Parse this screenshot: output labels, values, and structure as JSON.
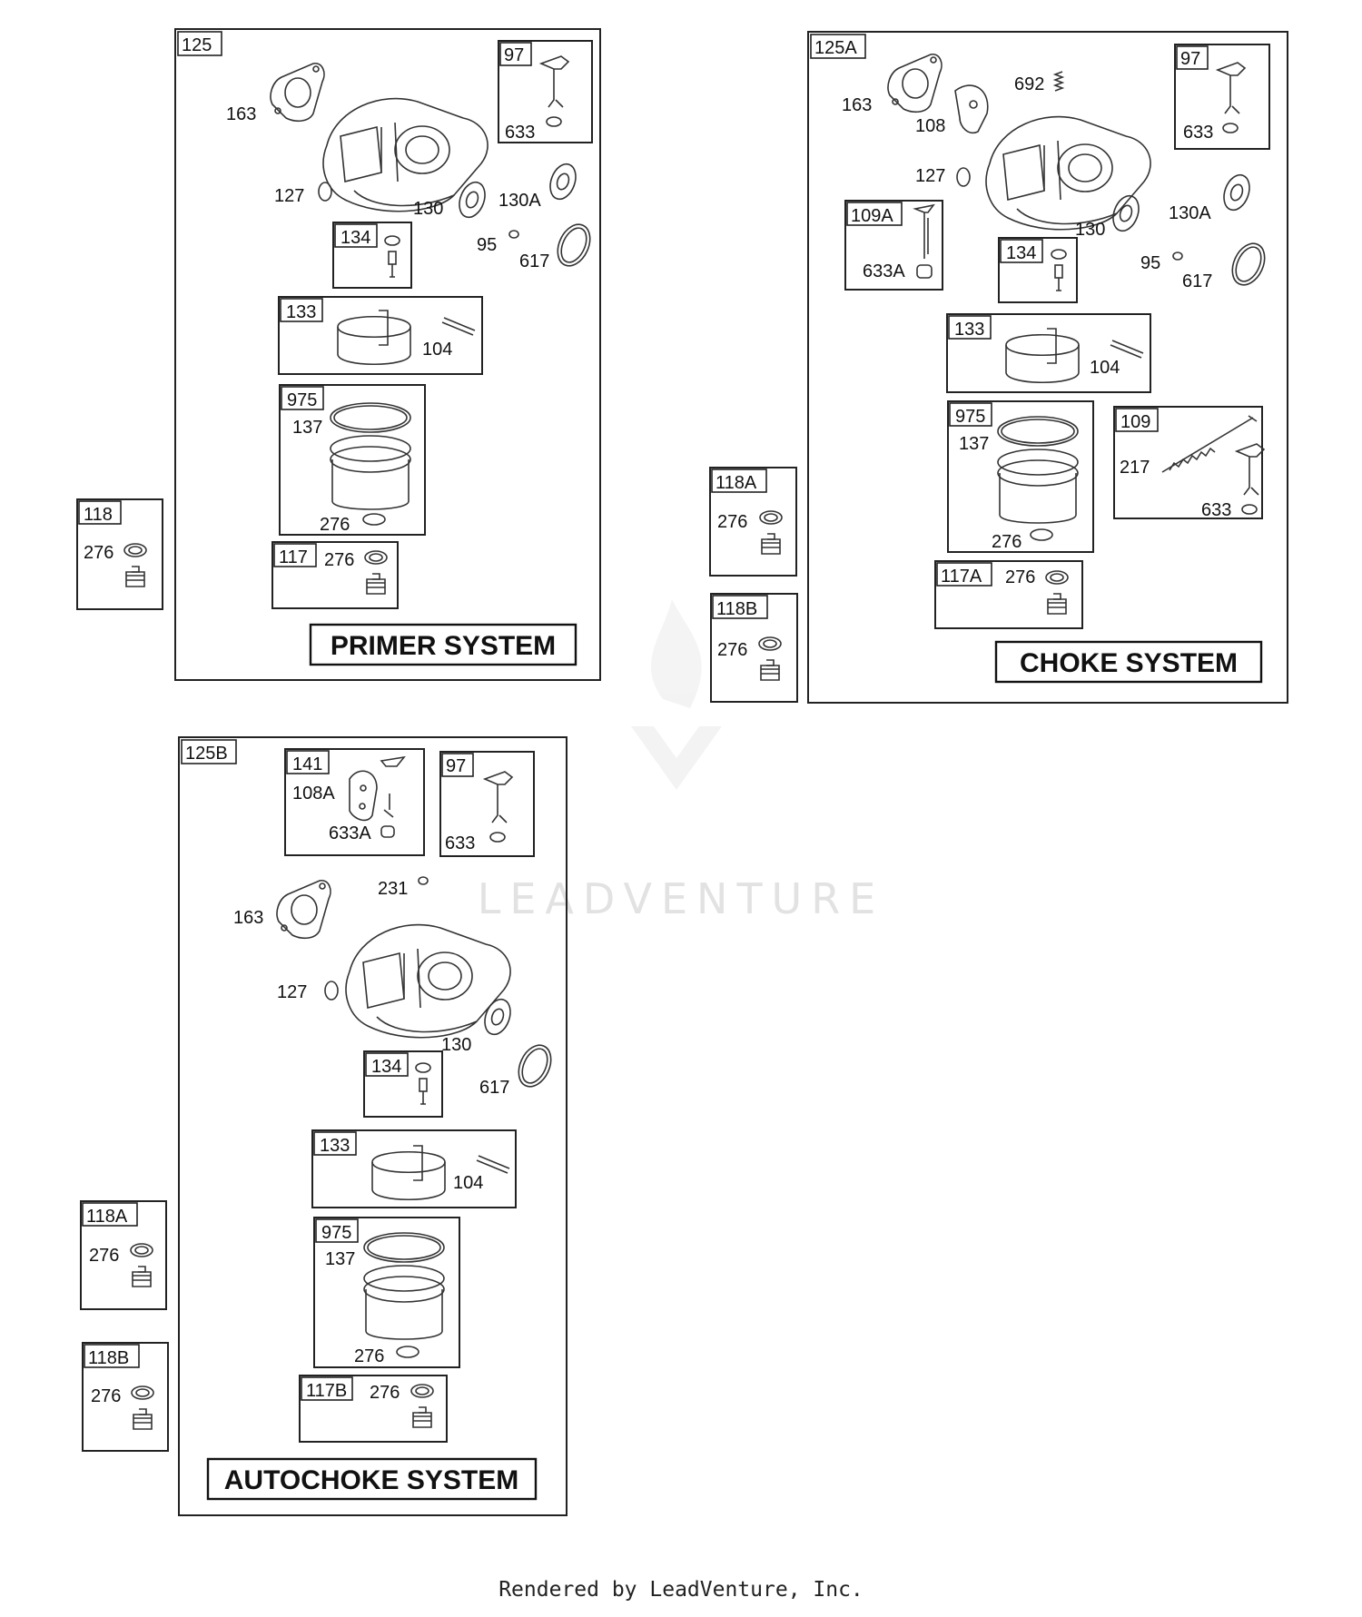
{
  "watermark": "LEADVENTURE",
  "footer": "Rendered by LeadVenture, Inc.",
  "primer": {
    "tag": "125",
    "title": "PRIMER SYSTEM",
    "l163": "163",
    "l127": "127",
    "l130": "130",
    "l130A": "130A",
    "l95": "95",
    "l617": "617",
    "k97": {
      "tag": "97",
      "l633": "633"
    },
    "k134": {
      "tag": "134"
    },
    "k133": {
      "tag": "133",
      "l104": "104"
    },
    "k975": {
      "tag": "975",
      "l137": "137",
      "l276": "276"
    },
    "k117": {
      "tag": "117",
      "l276": "276"
    },
    "k118": {
      "tag": "118",
      "l276": "276"
    }
  },
  "choke": {
    "tag": "125A",
    "title": "CHOKE SYSTEM",
    "l163": "163",
    "l108": "108",
    "l692": "692",
    "l127": "127",
    "l130": "130",
    "l130A": "130A",
    "l95": "95",
    "l617": "617",
    "k97": {
      "tag": "97",
      "l633": "633"
    },
    "k109A": {
      "tag": "109A",
      "l633A": "633A"
    },
    "k134": {
      "tag": "134"
    },
    "k133": {
      "tag": "133",
      "l104": "104"
    },
    "k975": {
      "tag": "975",
      "l137": "137",
      "l276": "276"
    },
    "k109": {
      "tag": "109",
      "l217": "217",
      "l633": "633"
    },
    "k117A": {
      "tag": "117A",
      "l276": "276"
    },
    "k118A": {
      "tag": "118A",
      "l276": "276"
    },
    "k118B": {
      "tag": "118B",
      "l276": "276"
    }
  },
  "autochoke": {
    "tag": "125B",
    "title": "AUTOCHOKE SYSTEM",
    "l163": "163",
    "l231": "231",
    "l127": "127",
    "l130": "130",
    "l617": "617",
    "k141": {
      "tag": "141",
      "l108A": "108A",
      "l633A": "633A"
    },
    "k97": {
      "tag": "97",
      "l633": "633"
    },
    "k134": {
      "tag": "134"
    },
    "k133": {
      "tag": "133",
      "l104": "104"
    },
    "k975": {
      "tag": "975",
      "l137": "137",
      "l276": "276"
    },
    "k117B": {
      "tag": "117B",
      "l276": "276"
    },
    "k118A": {
      "tag": "118A",
      "l276": "276"
    },
    "k118B": {
      "tag": "118B",
      "l276": "276"
    }
  }
}
